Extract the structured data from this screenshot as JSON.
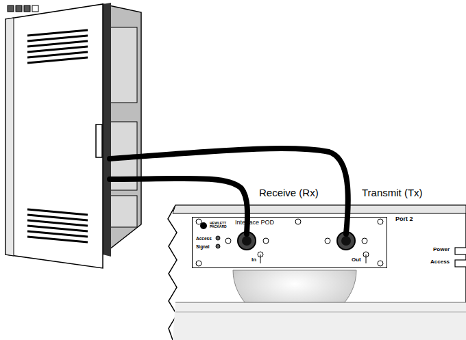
{
  "diagram": {
    "nodes": [
      {
        "text": [
          "Port 2",
          "Power",
          "Access"
        ]
      },
      {
        "text": [
          "HEWLETT PACKARD",
          "Interface POD",
          "Access",
          "Signal",
          "In",
          "Out"
        ],
        "in": 0
      }
    ],
    "labels": [
      "Receive (Rx)",
      "Transmit (Tx)"
    ]
  }
}
